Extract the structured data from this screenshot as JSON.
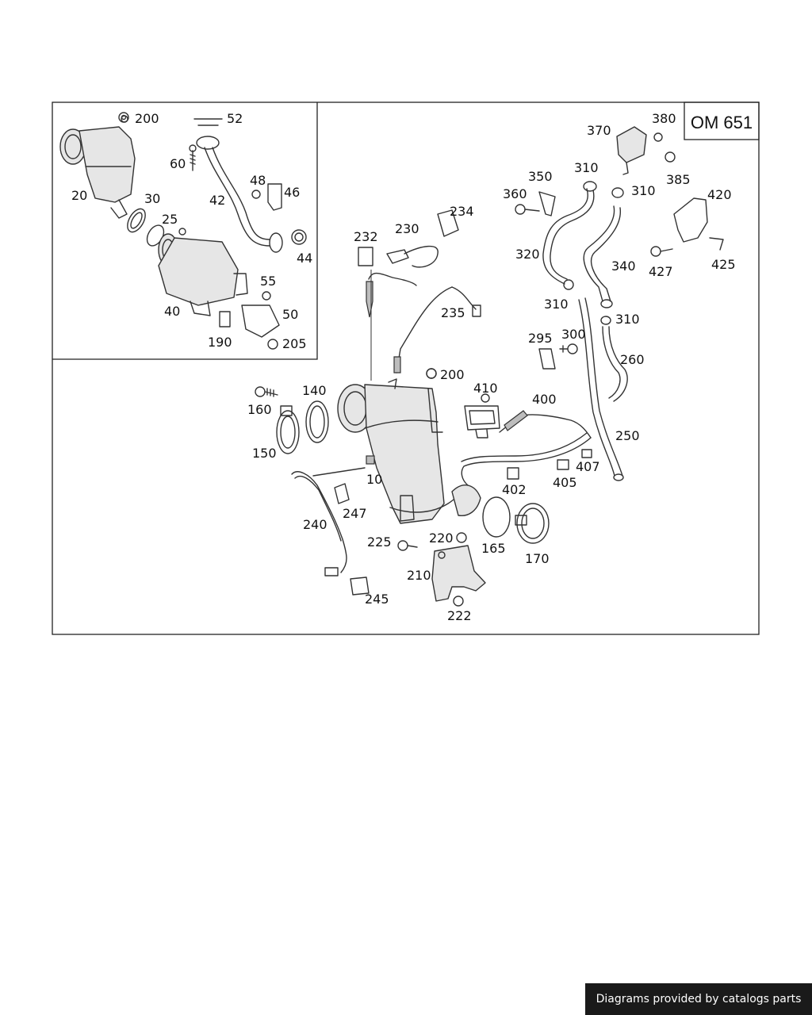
{
  "diagram": {
    "engine_code": "OM 651",
    "callouts": [
      "200",
      "52",
      "20",
      "60",
      "30",
      "42",
      "48",
      "46",
      "25",
      "44",
      "40",
      "55",
      "50",
      "190",
      "205",
      "380",
      "370",
      "385",
      "310",
      "350",
      "360",
      "420",
      "320",
      "340",
      "427",
      "425",
      "234",
      "232",
      "230",
      "235",
      "295",
      "300",
      "260",
      "200",
      "410",
      "400",
      "160",
      "140",
      "150",
      "10",
      "250",
      "407",
      "402",
      "405",
      "247",
      "240",
      "225",
      "220",
      "165",
      "170",
      "210",
      "245",
      "222"
    ]
  },
  "footer": {
    "credit": "Diagrams provided by catalogs parts"
  }
}
